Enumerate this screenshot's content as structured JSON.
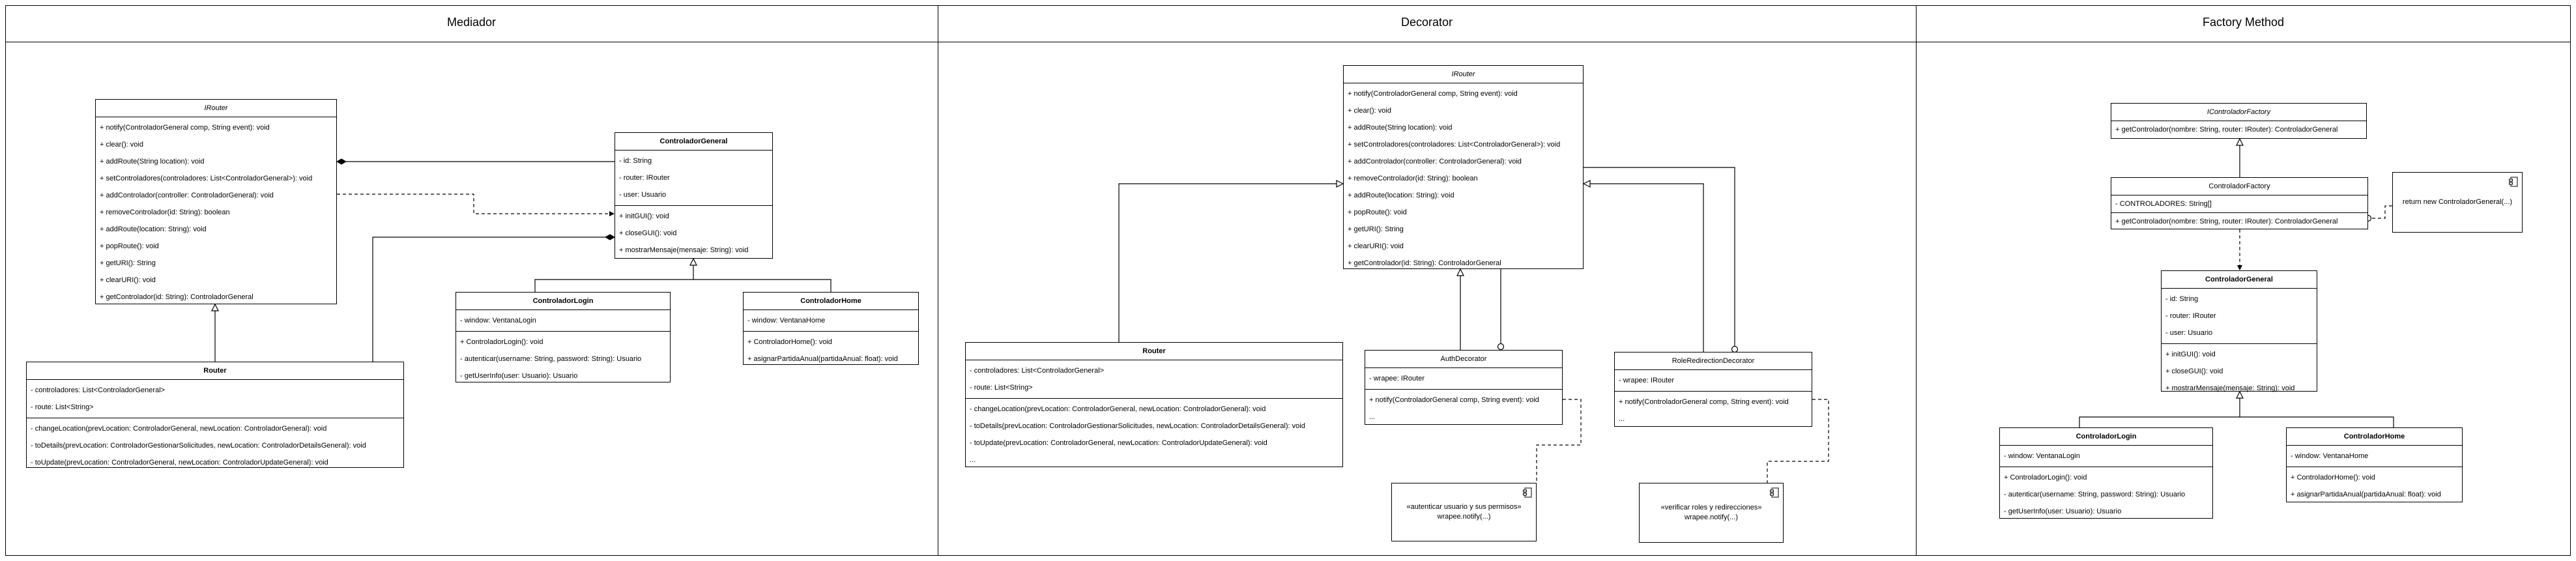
{
  "sections": {
    "mediador": "Mediador",
    "decorator": "Decorator",
    "factory": "Factory Method"
  },
  "med": {
    "irouter": {
      "name": "IRouter",
      "methods": [
        "+ notify(ControladorGeneral comp, String event): void",
        "+ clear(): void",
        "+ addRoute(String location): void",
        "+ setControladores(controladores: List<ControladorGeneral>): void",
        "+ addControlador(controller: ControladorGeneral): void",
        "+ removeControlador(id: String): boolean",
        "+ addRoute(location: String): void",
        "+ popRoute(): void",
        "+ getURI(): String",
        "+ clearURI(): void",
        "+ getControlador(id: String): ControladorGeneral"
      ]
    },
    "router": {
      "name": "Router",
      "fields": [
        "- controladores: List<ControladorGeneral>",
        "- route: List<String>"
      ],
      "methods": [
        "- changeLocation(prevLocation: ControladorGeneral, newLocation: ControladorGeneral): void",
        "- toDetails(prevLocation: ControladorGestionarSolicitudes, newLocation: ControladorDetailsGeneral): void",
        "- toUpdate(prevLocation: ControladorGeneral, newLocation: ControladorUpdateGeneral): void"
      ]
    },
    "general": {
      "name": "ControladorGeneral",
      "fields": [
        "- id: String",
        "- router: IRouter",
        "- user: Usuario"
      ],
      "methods": [
        "+ initGUI(): void",
        "+ closeGUI(): void",
        "+ mostrarMensaje(mensaje: String): void"
      ]
    },
    "login": {
      "name": "ControladorLogin",
      "fields": [
        "- window: VentanaLogin"
      ],
      "methods": [
        "+ ControladorLogin(): void",
        "- autenticar(username: String, password: String): Usuario",
        "- getUserInfo(user: Usuario): Usuario"
      ]
    },
    "home": {
      "name": "ControladorHome",
      "fields": [
        "- window: VentanaHome"
      ],
      "methods": [
        "+ ControladorHome(): void",
        "+ asignarPartidaAnual(partidaAnual: float): void"
      ]
    }
  },
  "dec": {
    "irouter": {
      "name": "IRouter",
      "methods": [
        "+ notify(ControladorGeneral comp, String event): void",
        "+ clear(): void",
        "+ addRoute(String location): void",
        "+ setControladores(controladores: List<ControladorGeneral>): void",
        "+ addControlador(controller: ControladorGeneral): void",
        "+ removeControlador(id: String): boolean",
        "+ addRoute(location: String): void",
        "+ popRoute(): void",
        "+ getURI(): String",
        "+ clearURI(): void",
        "+ getControlador(id: String): ControladorGeneral"
      ]
    },
    "router": {
      "name": "Router",
      "fields": [
        "- controladores: List<ControladorGeneral>",
        "- route: List<String>"
      ],
      "methods": [
        "- changeLocation(prevLocation: ControladorGeneral, newLocation: ControladorGeneral): void",
        "- toDetails(prevLocation: ControladorGestionarSolicitudes, newLocation: ControladorDetailsGeneral): void",
        "- toUpdate(prevLocation: ControladorGeneral, newLocation: ControladorUpdateGeneral): void",
        "..."
      ]
    },
    "auth": {
      "name": "AuthDecorator",
      "fields": [
        "- wrapee: IRouter"
      ],
      "methods": [
        "+ notify(ControladorGeneral comp, String event): void",
        "..."
      ]
    },
    "role": {
      "name": "RoleRedirectionDecorator",
      "fields": [
        "- wrapee: IRouter"
      ],
      "methods": [
        "+ notify(ControladorGeneral comp, String event): void",
        "..."
      ]
    },
    "note_auth": [
      "«autenticar usuario y sus permisos»",
      "wrapee.notify(...)"
    ],
    "note_role": [
      "«verificar roles y redirecciones»",
      "wrapee.notify(...)"
    ]
  },
  "fac": {
    "icf": {
      "name": "IControladorFactory",
      "methods": [
        "+ getControlador(nombre: String, router: IRouter): ControladorGeneral"
      ]
    },
    "cf": {
      "name": "ControladorFactory",
      "fields": [
        "- CONTROLADORES: String[]"
      ],
      "methods": [
        "+ getControlador(nombre: String, router: IRouter): ControladorGeneral"
      ]
    },
    "note": "return new ControladorGeneral(...)",
    "general": {
      "name": "ControladorGeneral",
      "fields": [
        "- id: String",
        "- router: IRouter",
        "- user: Usuario"
      ],
      "methods": [
        "+ initGUI(): void",
        "+ closeGUI(): void",
        "+ mostrarMensaje(mensaje: String): void"
      ]
    },
    "login": {
      "name": "ControladorLogin",
      "fields": [
        "- window: VentanaLogin"
      ],
      "methods": [
        "+ ControladorLogin(): void",
        "- autenticar(username: String, password: String): Usuario",
        "- getUserInfo(user: Usuario): Usuario"
      ]
    },
    "home": {
      "name": "ControladorHome",
      "fields": [
        "- window: VentanaHome"
      ],
      "methods": [
        "+ ControladorHome(): void",
        "+ asignarPartidaAnual(partidaAnual: float): void"
      ]
    }
  }
}
